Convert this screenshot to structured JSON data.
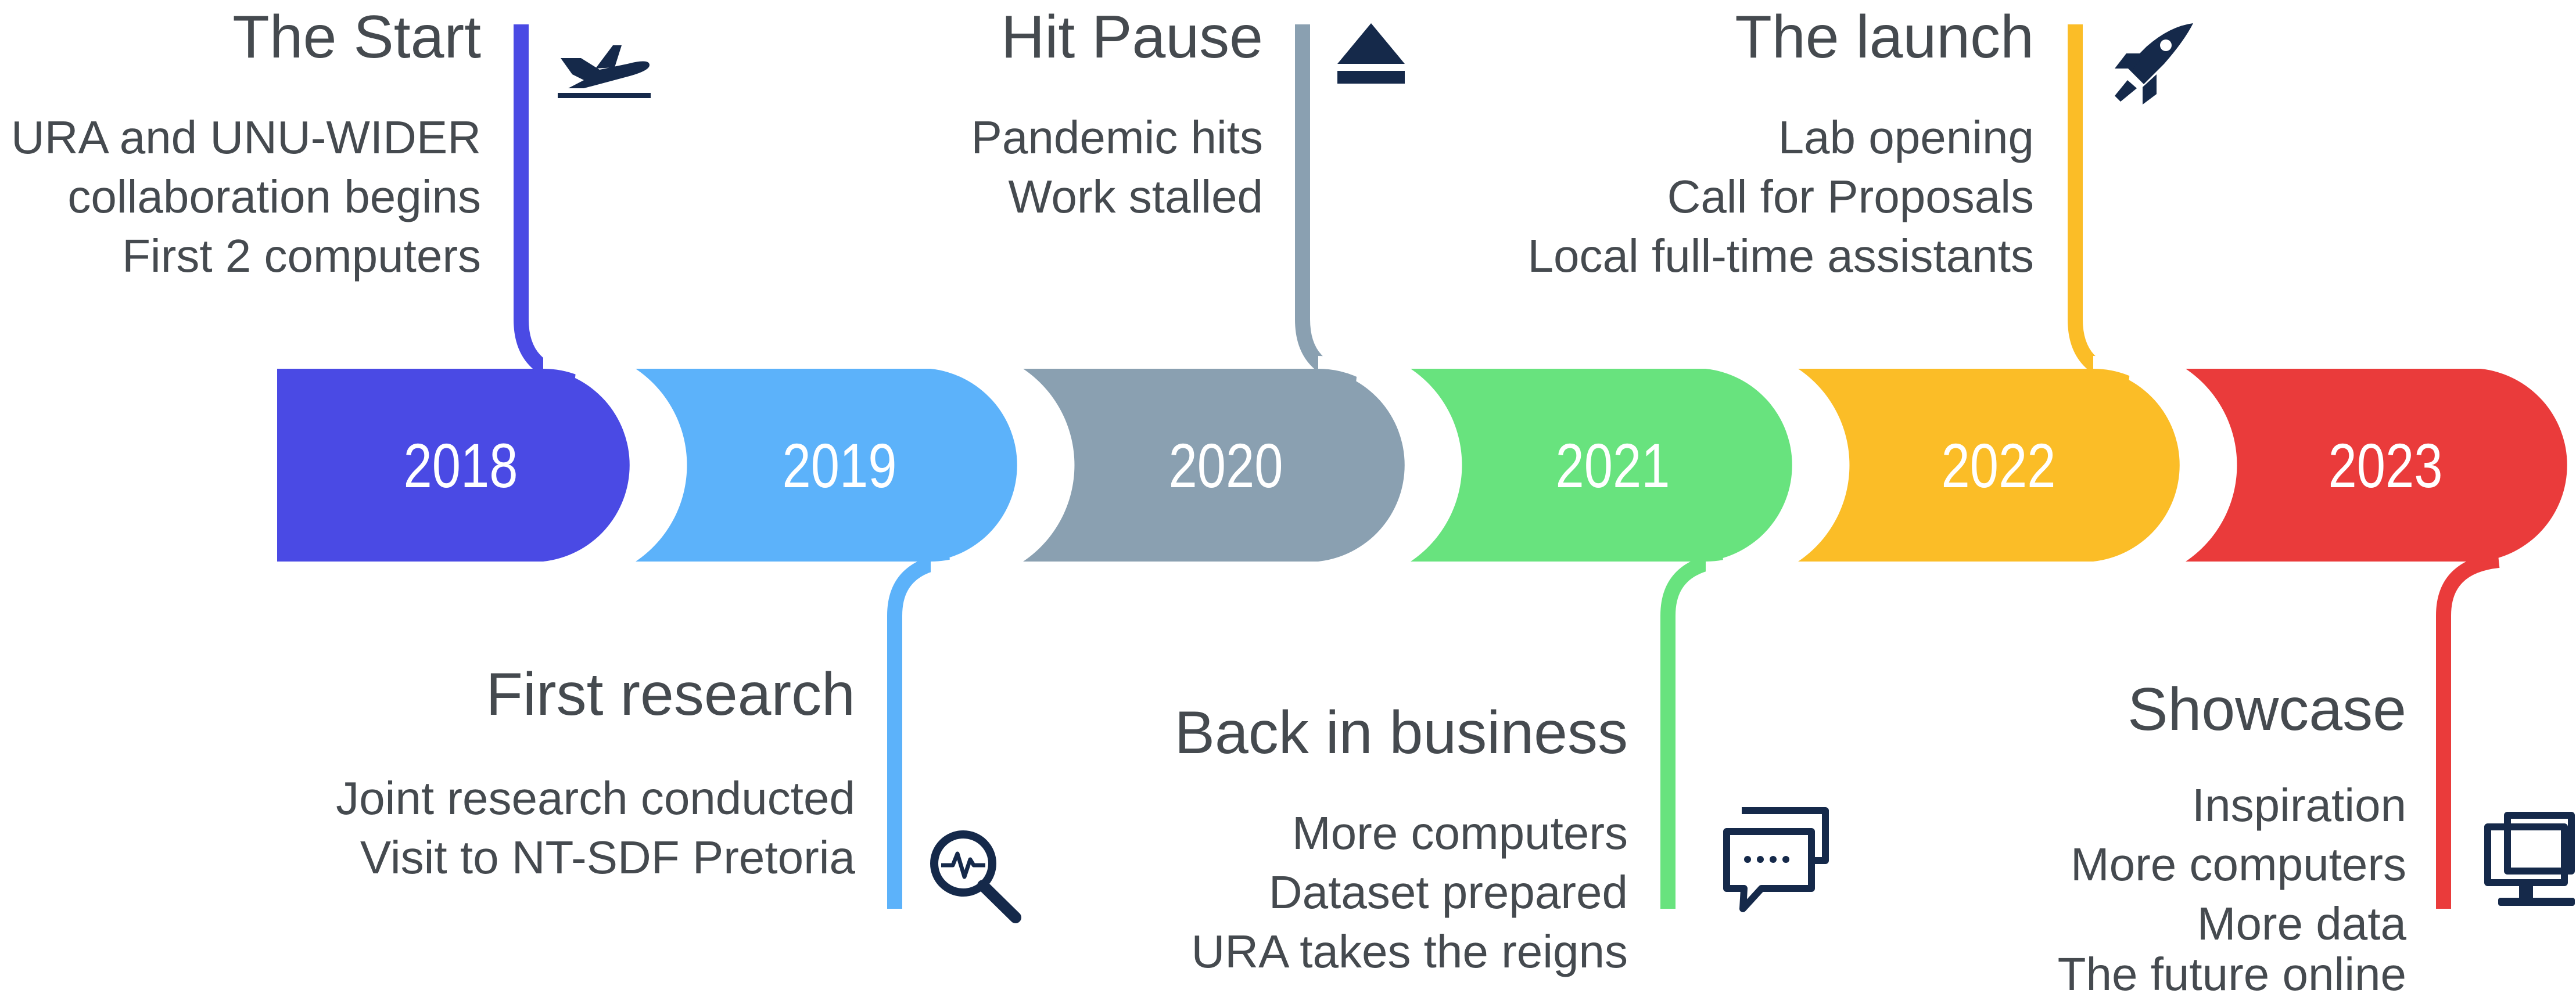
{
  "colors": {
    "y2018": "#4a4ae4",
    "y2019": "#5cb2fa",
    "y2020": "#8aa0b1",
    "y2021": "#68e37e",
    "y2022": "#fbbd27",
    "y2023": "#ea3b3b",
    "icon": "#15294a",
    "text": "#454a4f"
  },
  "years": [
    "2018",
    "2019",
    "2020",
    "2021",
    "2022",
    "2023"
  ],
  "milestones": [
    {
      "year": "2018",
      "title": "The Start",
      "lines": [
        "URA and UNU-WIDER",
        "collaboration begins",
        "First 2 computers"
      ],
      "icon": "airplane-takeoff-icon"
    },
    {
      "year": "2019",
      "title": "First research",
      "lines": [
        "Joint research conducted",
        "Visit to NT-SDF Pretoria"
      ],
      "icon": "magnifier-pulse-icon"
    },
    {
      "year": "2020",
      "title": "Hit Pause",
      "lines": [
        "Pandemic hits",
        "Work stalled"
      ],
      "icon": "eject-icon"
    },
    {
      "year": "2021",
      "title": "Back in business",
      "lines": [
        "More computers",
        "Dataset prepared",
        "URA takes the reigns"
      ],
      "icon": "chat-bubbles-icon"
    },
    {
      "year": "2022",
      "title": "The launch",
      "lines": [
        "Lab opening",
        "Call for Proposals",
        "Local full-time assistants"
      ],
      "icon": "rocket-icon"
    },
    {
      "year": "2023",
      "title": "Showcase",
      "lines": [
        "Inspiration",
        "More computers",
        "More data",
        "The future online"
      ],
      "icon": "monitor-icon"
    }
  ]
}
